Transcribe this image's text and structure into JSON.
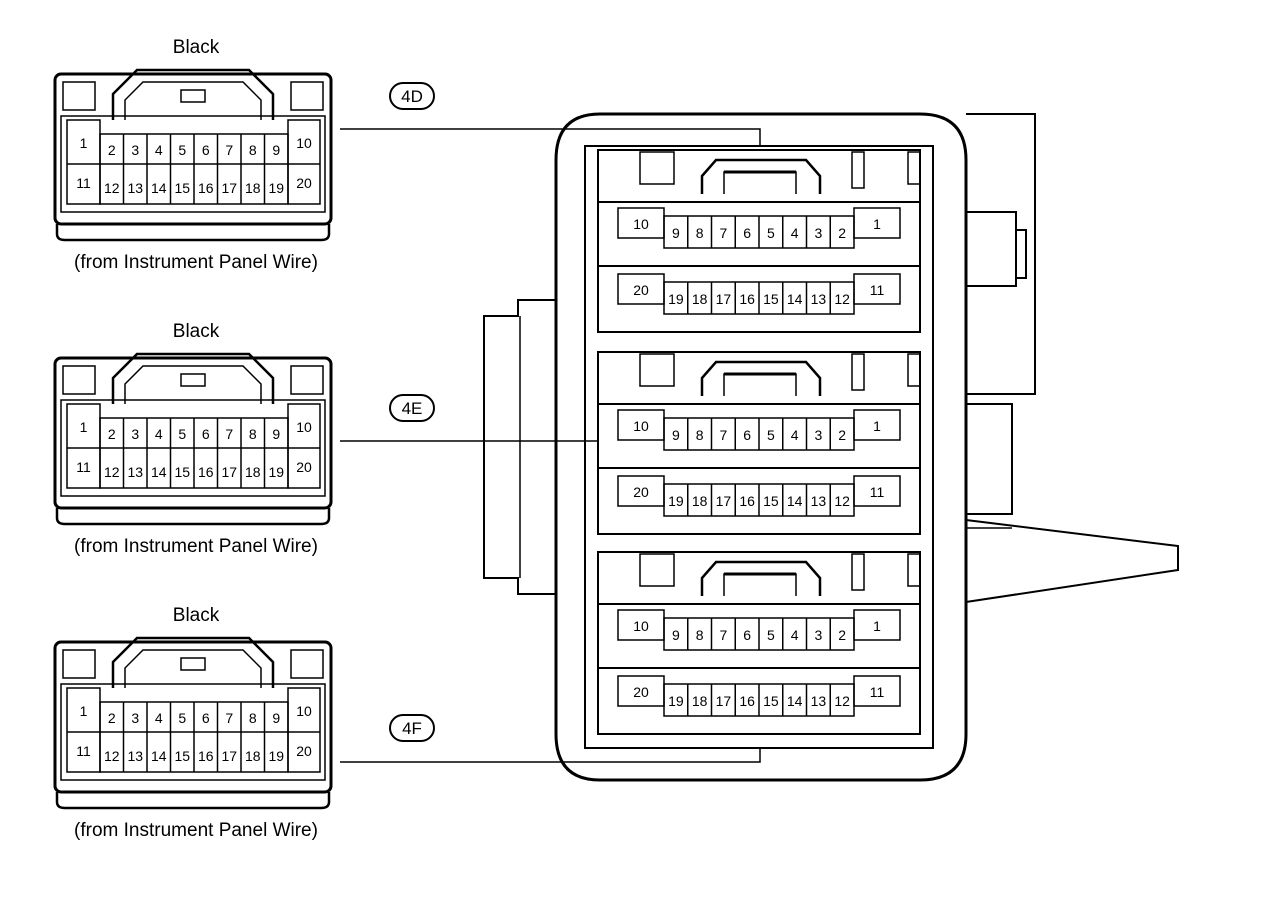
{
  "connectors": [
    {
      "id": "4D",
      "color_label": "Black",
      "source_label": "(from Instrument Panel Wire)",
      "pins_top": [
        "1",
        "2",
        "3",
        "4",
        "5",
        "6",
        "7",
        "8",
        "9",
        "10"
      ],
      "pins_bottom": [
        "11",
        "12",
        "13",
        "14",
        "15",
        "16",
        "17",
        "18",
        "19",
        "20"
      ]
    },
    {
      "id": "4E",
      "color_label": "Black",
      "source_label": "(from Instrument Panel Wire)",
      "pins_top": [
        "1",
        "2",
        "3",
        "4",
        "5",
        "6",
        "7",
        "8",
        "9",
        "10"
      ],
      "pins_bottom": [
        "11",
        "12",
        "13",
        "14",
        "15",
        "16",
        "17",
        "18",
        "19",
        "20"
      ]
    },
    {
      "id": "4F",
      "color_label": "Black",
      "source_label": "(from Instrument Panel Wire)",
      "pins_top": [
        "1",
        "2",
        "3",
        "4",
        "5",
        "6",
        "7",
        "8",
        "9",
        "10"
      ],
      "pins_bottom": [
        "11",
        "12",
        "13",
        "14",
        "15",
        "16",
        "17",
        "18",
        "19",
        "20"
      ]
    }
  ],
  "socket_block": {
    "sockets": [
      {
        "pins_top": [
          "10",
          "9",
          "8",
          "7",
          "6",
          "5",
          "4",
          "3",
          "2",
          "1"
        ],
        "pins_bottom": [
          "20",
          "19",
          "18",
          "17",
          "16",
          "15",
          "14",
          "13",
          "12",
          "11"
        ]
      },
      {
        "pins_top": [
          "10",
          "9",
          "8",
          "7",
          "6",
          "5",
          "4",
          "3",
          "2",
          "1"
        ],
        "pins_bottom": [
          "20",
          "19",
          "18",
          "17",
          "16",
          "15",
          "14",
          "13",
          "12",
          "11"
        ]
      },
      {
        "pins_top": [
          "10",
          "9",
          "8",
          "7",
          "6",
          "5",
          "4",
          "3",
          "2",
          "1"
        ],
        "pins_bottom": [
          "20",
          "19",
          "18",
          "17",
          "16",
          "15",
          "14",
          "13",
          "12",
          "11"
        ]
      }
    ]
  },
  "colors": {
    "stroke": "#000000",
    "background": "#ffffff"
  }
}
